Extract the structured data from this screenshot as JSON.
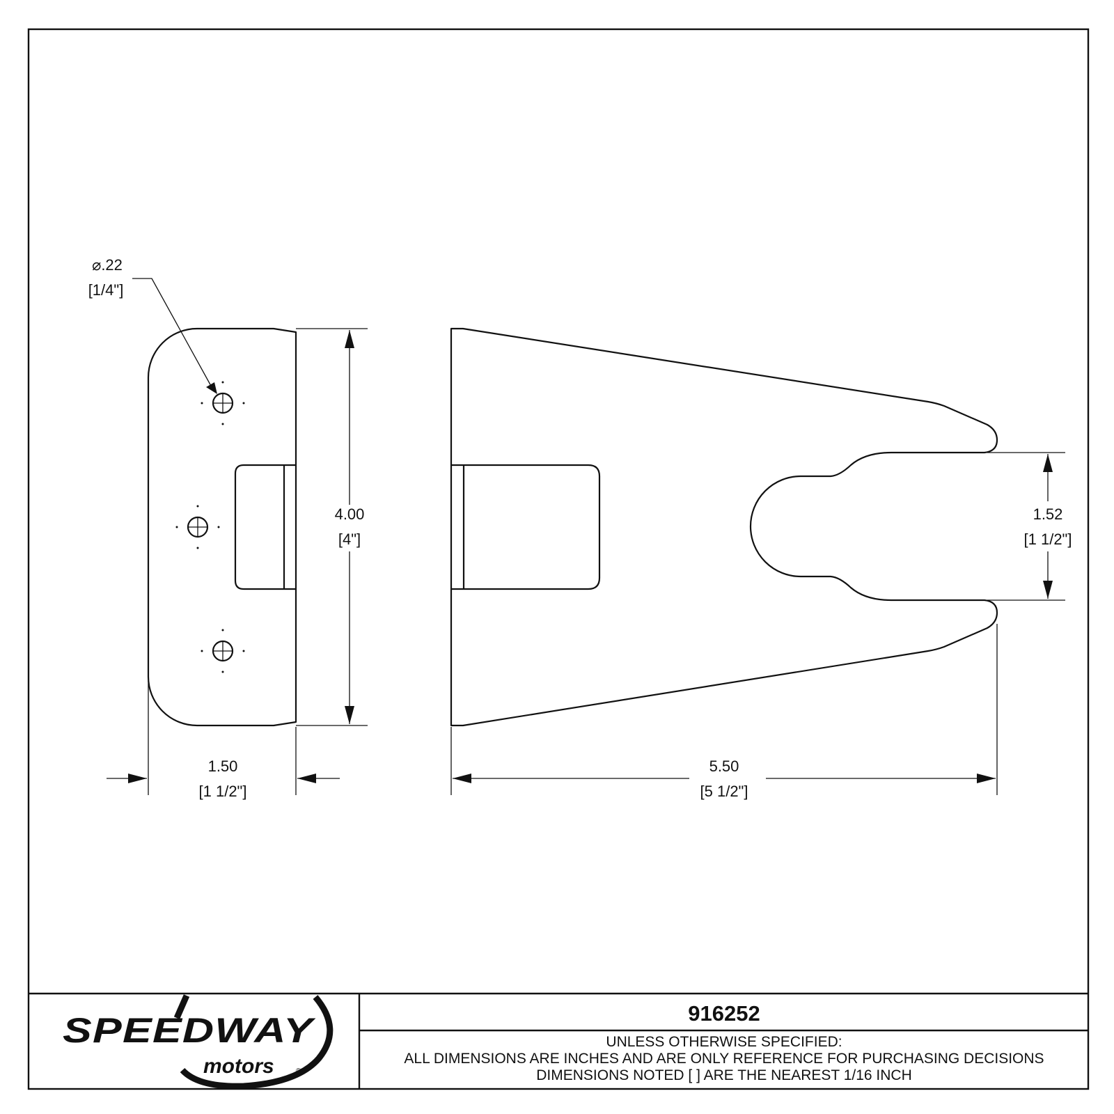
{
  "hole_callout": {
    "diameter": "⌀.22",
    "fraction": "[1/4\"]"
  },
  "height_dim": {
    "decimal": "4.00",
    "fraction": "[4\"]"
  },
  "width_dim": {
    "decimal": "1.50",
    "fraction": "[1 1/2\"]"
  },
  "length_dim": {
    "decimal": "5.50",
    "fraction": "[5 1/2\"]"
  },
  "slot_dim": {
    "decimal": "1.52",
    "fraction": "[1 1/2\"]"
  },
  "title_block": {
    "part_number": "916252",
    "notes": [
      "UNLESS OTHERWISE SPECIFIED:",
      "ALL DIMENSIONS ARE INCHES AND ARE ONLY REFERENCE FOR PURCHASING DECISIONS",
      "DIMENSIONS NOTED [ ] ARE THE NEAREST 1/16 INCH"
    ]
  },
  "logo": {
    "brand": "SPEEDWAY",
    "sub": "motors",
    "registered": "®"
  }
}
